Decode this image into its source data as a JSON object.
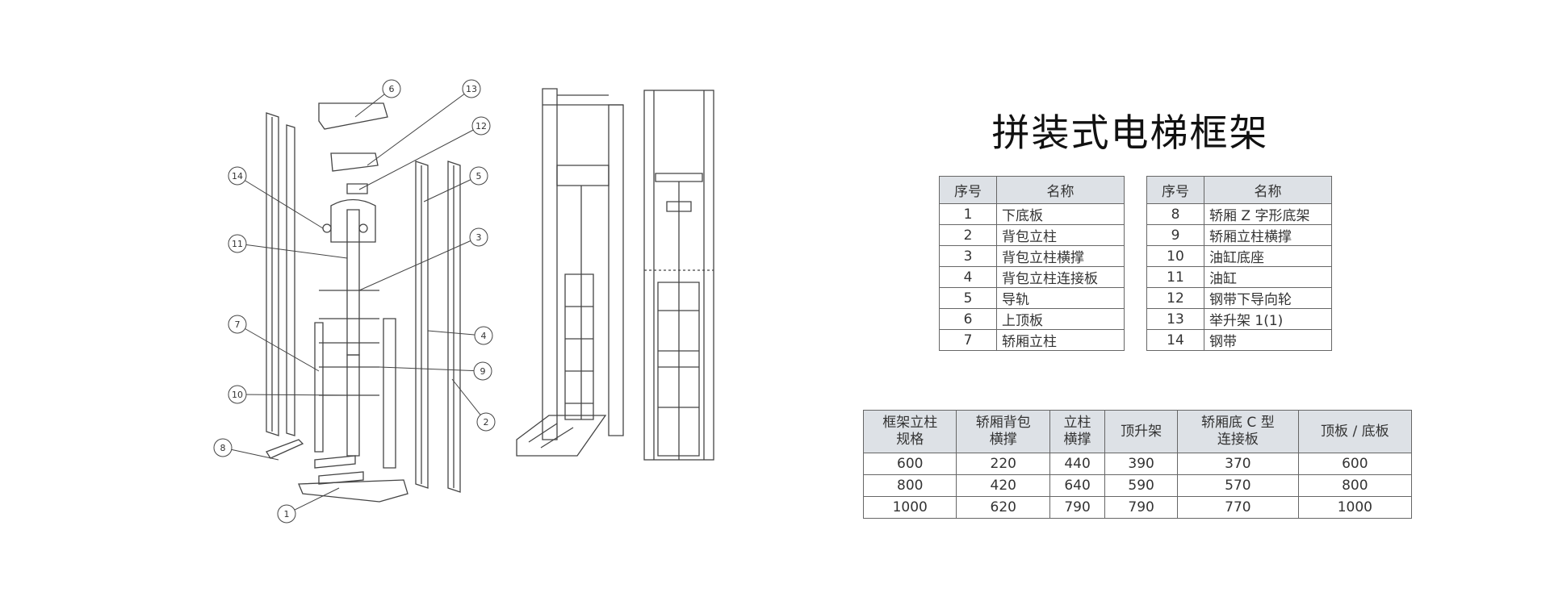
{
  "title": "拼装式电梯框架",
  "parts_table_left": {
    "headers": [
      "序号",
      "名称"
    ],
    "rows": [
      [
        "1",
        "下底板"
      ],
      [
        "2",
        "背包立柱"
      ],
      [
        "3",
        "背包立柱横撑"
      ],
      [
        "4",
        "背包立柱连接板"
      ],
      [
        "5",
        "导轨"
      ],
      [
        "6",
        "上顶板"
      ],
      [
        "7",
        "轿厢立柱"
      ]
    ]
  },
  "parts_table_right": {
    "headers": [
      "序号",
      "名称"
    ],
    "rows": [
      [
        "8",
        "轿厢 Z 字形底架"
      ],
      [
        "9",
        "轿厢立柱横撑"
      ],
      [
        "10",
        "油缸底座"
      ],
      [
        "11",
        "油缸"
      ],
      [
        "12",
        "钢带下导向轮"
      ],
      [
        "13",
        "举升架 1(1)"
      ],
      [
        "14",
        "钢带"
      ]
    ]
  },
  "spec_table": {
    "headers": [
      [
        "框架立柱",
        "规格"
      ],
      [
        "轿厢背包",
        "横撑"
      ],
      [
        "立柱",
        "横撑"
      ],
      [
        "顶升架",
        ""
      ],
      [
        "轿厢底 C 型",
        "连接板"
      ],
      [
        "顶板 / 底板",
        ""
      ]
    ],
    "rows": [
      [
        "600",
        "220",
        "440",
        "390",
        "370",
        "600"
      ],
      [
        "800",
        "420",
        "640",
        "590",
        "570",
        "800"
      ],
      [
        "1000",
        "620",
        "790",
        "790",
        "770",
        "1000"
      ]
    ]
  },
  "callouts": [
    "6",
    "13",
    "12",
    "5",
    "14",
    "11",
    "3",
    "7",
    "4",
    "9",
    "10",
    "2",
    "8",
    "1"
  ]
}
